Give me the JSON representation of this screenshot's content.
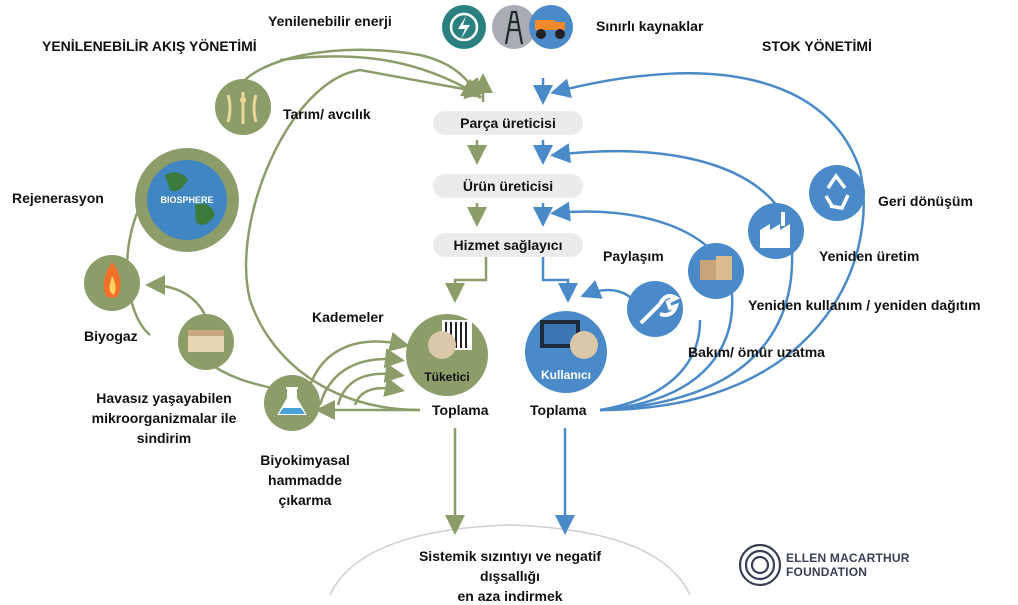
{
  "top": {
    "renewable_energy": "Yenilenebilir enerji",
    "finite_resources": "Sınırlı kaynaklar"
  },
  "sections": {
    "renewable_flow": "YENİLENEBİLİR AKIŞ YÖNETİMİ",
    "stock_management": "STOK YÖNETİMİ"
  },
  "stages": {
    "parts_maker": "Parça üreticisi",
    "product_maker": "Ürün üreticisi",
    "service_provider": "Hizmet sağlayıcı"
  },
  "biological": {
    "farming": "Tarım/ avcılık",
    "regeneration": "Rejenerasyon",
    "biosphere": "BIOSPHERE",
    "biogas": "Biyogaz",
    "anaerobic_line1": "Havasız yaşayabilen",
    "anaerobic_line2": "mikroorganizmalar ile",
    "anaerobic_line3": "sindirim",
    "biochem_line1": "Biyokimyasal",
    "biochem_line2": "hammadde",
    "biochem_line3": "çıkarma",
    "cascades": "Kademeler",
    "consumer": "Tüketici",
    "collection": "Toplama"
  },
  "technical": {
    "recycling": "Geri dönüşüm",
    "remanufacture": "Yeniden üretim",
    "reuse": "Yeniden kullanım / yeniden dağıtım",
    "sharing": "Paylaşım",
    "maintenance": "Bakım/ ömür uzatma",
    "user": "Kullanıcı",
    "collection": "Toplama"
  },
  "bottom": {
    "line1": "Sistemik sızıntıyı ve negatif",
    "line2": "dışsallığı",
    "line3": "en aza indirmek"
  },
  "logo": {
    "line1": "ELLEN MACARTHUR",
    "line2": "FOUNDATION"
  },
  "colors": {
    "green": "#8c9d6a",
    "green_dark": "#6e7e4e",
    "blue": "#4a8ac8",
    "blue_dark": "#3b76b3",
    "teal": "#2a7f7f",
    "stage_bg": "#ebebeb"
  }
}
